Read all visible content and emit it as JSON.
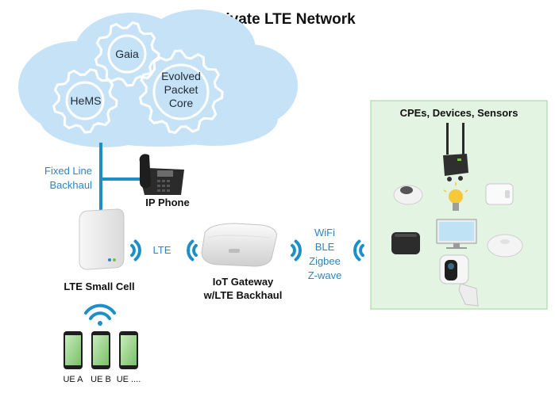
{
  "title": "Private LTE Network",
  "cloud": {
    "gears": [
      "Gaia",
      "HeMS"
    ],
    "epc_lines": [
      "Evolved",
      "Packet",
      "Core"
    ]
  },
  "backhaul": {
    "lines": [
      "Fixed Line",
      "Backhaul"
    ]
  },
  "ip_phone": {
    "label": "IP Phone"
  },
  "small_cell": {
    "label": "LTE Small Cell"
  },
  "lte_link": {
    "label": "LTE"
  },
  "gateway": {
    "lines": [
      "IoT Gateway",
      "w/LTE Backhaul"
    ]
  },
  "protocols": [
    "WiFi",
    "BLE",
    "Zigbee",
    "Z-wave"
  ],
  "devices_panel": {
    "title": "CPEs, Devices, Sensors"
  },
  "ues": [
    "UE A",
    "UE B",
    "UE ...."
  ],
  "colors": {
    "cloud": "#c5e2f6",
    "cloud_edge": "#a9d3f0",
    "gear": "#b7dbf3",
    "link": "#1c8fc9",
    "text_blue": "#2a86c4",
    "panel": "#e3f4e3",
    "panel_border": "#9fd39f",
    "phone_screen": "#98d488"
  }
}
